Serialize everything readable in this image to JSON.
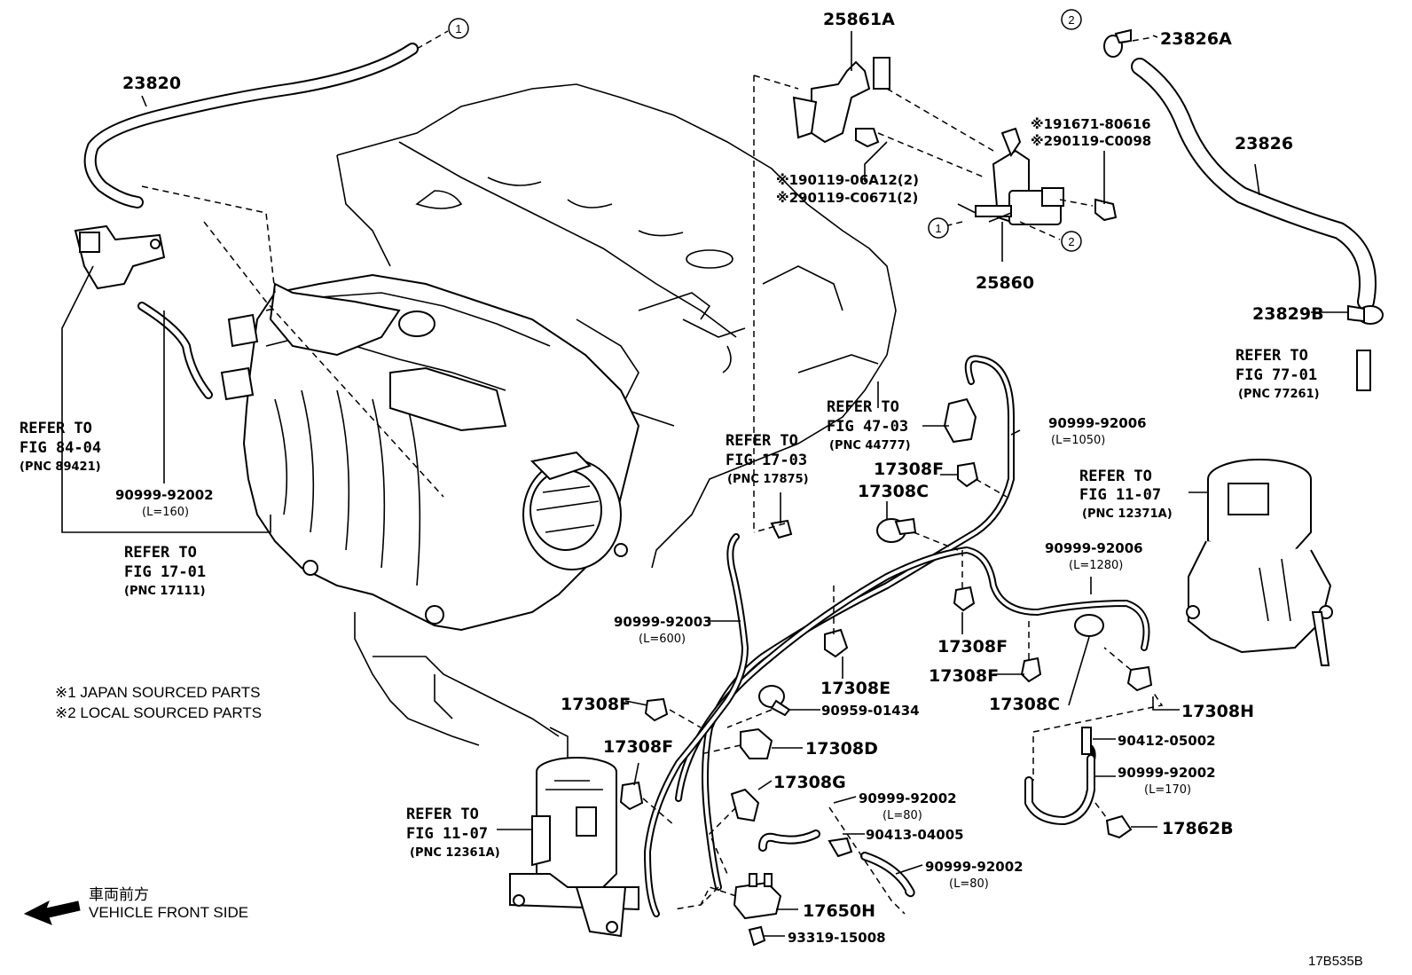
{
  "diagram_id": "17B535B",
  "parts": {
    "p23820": "23820",
    "p25861A": "25861A",
    "p23826A": "23826A",
    "p23826": "23826",
    "p25860": "25860",
    "p23829B": "23829B",
    "p17308F_1": "17308F",
    "p17308C_1": "17308C",
    "p17308F_2": "17308F",
    "p17308E": "17308E",
    "p17308F_3": "17308F",
    "p17308C_2": "17308C",
    "p17308H": "17308H",
    "p17308F_4": "17308F",
    "p17308D": "17308D",
    "p17308F_5": "17308F",
    "p17308G": "17308G",
    "p17650H": "17650H",
    "p17862B": "17862B"
  },
  "codes": {
    "c90999_92006_a": "90999-92006",
    "c90999_92006_a_len": "(L=1050)",
    "c90999_92006_b": "90999-92006",
    "c90999_92006_b_len": "(L=1280)",
    "c90999_92002_a": "90999-92002",
    "c90999_92002_a_len": "(L=160)",
    "c90999_92003": "90999-92003",
    "c90999_92003_len": "(L=600)",
    "c90959_01434": "90959-01434",
    "c90412_05002": "90412-05002",
    "c90999_92002_b": "90999-92002",
    "c90999_92002_b_len": "(L=170)",
    "c90999_92002_c": "90999-92002",
    "c90999_92002_c_len": "(L=80)",
    "c90413_04005": "90413-04005",
    "c90999_92002_d": "90999-92002",
    "c90999_92002_d_len": "(L=80)",
    "c93319_15008": "93319-15008",
    "c91671_80616": "※191671-80616",
    "c90119_C0098": "※290119-C0098",
    "c90119_06A12": "※190119-06A12(2)",
    "c90119_C0671": "※290119-C0671(2)"
  },
  "refs": {
    "r84_04": {
      "refer": "REFER TO",
      "fig": "FIG 84-04",
      "pnc": "(PNC 89421)"
    },
    "r17_01": {
      "refer": "REFER TO",
      "fig": "FIG 17-01",
      "pnc": "(PNC 17111)"
    },
    "r17_03": {
      "refer": "REFER TO",
      "fig": "FIG 17-03",
      "pnc": "(PNC 17875)"
    },
    "r47_03": {
      "refer": "REFER TO",
      "fig": "FIG 47-03",
      "pnc": "(PNC 44777)"
    },
    "r77_01": {
      "refer": "REFER TO",
      "fig": "FIG 77-01",
      "pnc": "(PNC 77261)"
    },
    "r11_07a": {
      "refer": "REFER TO",
      "fig": "FIG 11-07",
      "pnc": "(PNC 12371A)"
    },
    "r11_07b": {
      "refer": "REFER TO",
      "fig": "FIG 11-07",
      "pnc": "(PNC 12361A)"
    }
  },
  "circles": {
    "one": "1",
    "two": "2"
  },
  "notes": {
    "n1": "※1 JAPAN SOURCED PARTS",
    "n2": "※2 LOCAL SOURCED PARTS"
  },
  "front": {
    "jp": "車両前方",
    "en": "VEHICLE FRONT SIDE"
  }
}
